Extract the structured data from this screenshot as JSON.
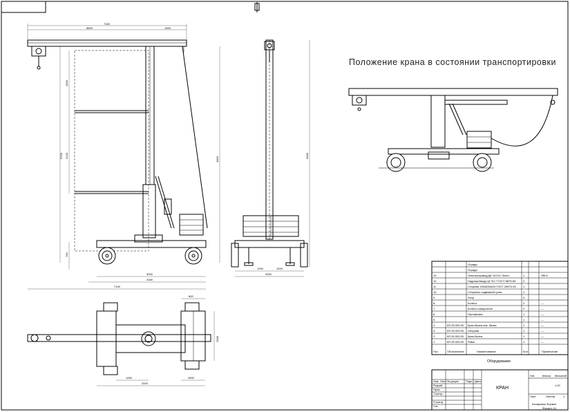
{
  "drawing": {
    "transport_title": "Положение крана в состоянии транспортировки",
    "product_name": "КРАН",
    "spec_group_label": "Оборудование",
    "scale": "1:20",
    "sheet_label": "Листов",
    "sheets_count": "1",
    "footer_line1": "Копировал    Формат",
    "footer_line2": "Формат А1"
  },
  "dimensions": {
    "front_top_total": "7100",
    "front_top_left": "5600",
    "front_top_right": "1000",
    "front_left_height": "5700",
    "front_seg_upper": "1500",
    "front_seg_mid": "2120",
    "front_small_left": "700",
    "front_base_inner": "3000",
    "front_base_outer": "3160",
    "front_base_total": "7100",
    "front_right_height": "4000",
    "side_right_height": "6000",
    "side_left_gap": "1200",
    "side_right_gap": "1200",
    "side_base": "2000",
    "plan_top": "600",
    "plan_right_width": "2000",
    "plan_bottom_left": "1250",
    "plan_bottom_total": "2000",
    "plan_bottom_right": "4500"
  },
  "spec_table": {
    "header": [
      "Поз",
      "Обозначение",
      "Наименование",
      "Кол",
      "Примечание"
    ],
    "rows": [
      {
        "pos": "",
        "designation": "",
        "name": "Ограда",
        "qty": "",
        "note": ""
      },
      {
        "pos": "",
        "designation": "",
        "name": "Ограда",
        "qty": "",
        "note": ""
      },
      {
        "pos": "13",
        "designation": "",
        "name": "Электропривод ДК 12/121 Элект",
        "qty": "1",
        "note": "ЭМ.8"
      },
      {
        "pos": "12",
        "designation": "",
        "name": "Гидроцилиндр ЦГ 00-7 ГОСТ 8875-83",
        "qty": "2",
        "note": ""
      },
      {
        "pos": "11",
        "designation": "",
        "name": "Стержни 100x63x8/10 ГОСТ 25573-93",
        "qty": "1",
        "note": ""
      },
      {
        "pos": "10",
        "designation": "",
        "name": "Стержень подвижной узла",
        "qty": "1",
        "note": ""
      },
      {
        "pos": "9",
        "designation": "",
        "name": "Упор",
        "qty": "4",
        "note": ""
      },
      {
        "pos": "8",
        "designation": "",
        "name": "Колесо",
        "qty": "2",
        "note": "—"
      },
      {
        "pos": "7",
        "designation": "",
        "name": "Колесо поворотное",
        "qty": "2",
        "note": "—"
      },
      {
        "pos": "6",
        "designation": "",
        "name": "Противовес",
        "qty": "1",
        "note": "—"
      },
      {
        "pos": "5",
        "designation": "",
        "name": "",
        "qty": "1",
        "note": "—"
      },
      {
        "pos": "4",
        "designation": "КП.00.000.00",
        "name": "Кран.балка пов. балки",
        "qty": "1",
        "note": "—"
      },
      {
        "pos": "3",
        "designation": "КП.00.000.00",
        "name": "Опорная",
        "qty": "1",
        "note": "—"
      },
      {
        "pos": "2",
        "designation": "КП.00.000.00",
        "name": "Кран.балка",
        "qty": "1",
        "note": "—"
      },
      {
        "pos": "1",
        "designation": "КП.00.000.00",
        "name": "Рама",
        "qty": "1",
        "note": "—"
      }
    ]
  },
  "title_block": {
    "labels": [
      "Изм",
      "Лист",
      "№ докум.",
      "Подп.",
      "Дата",
      "Разраб.",
      "Пров.",
      "Т.контр.",
      "Н.контр.",
      "Утв."
    ],
    "stage_header": [
      "Лит.",
      "Масса",
      "Масштаб"
    ],
    "sheet_header": [
      "Лист",
      "Листов"
    ]
  }
}
